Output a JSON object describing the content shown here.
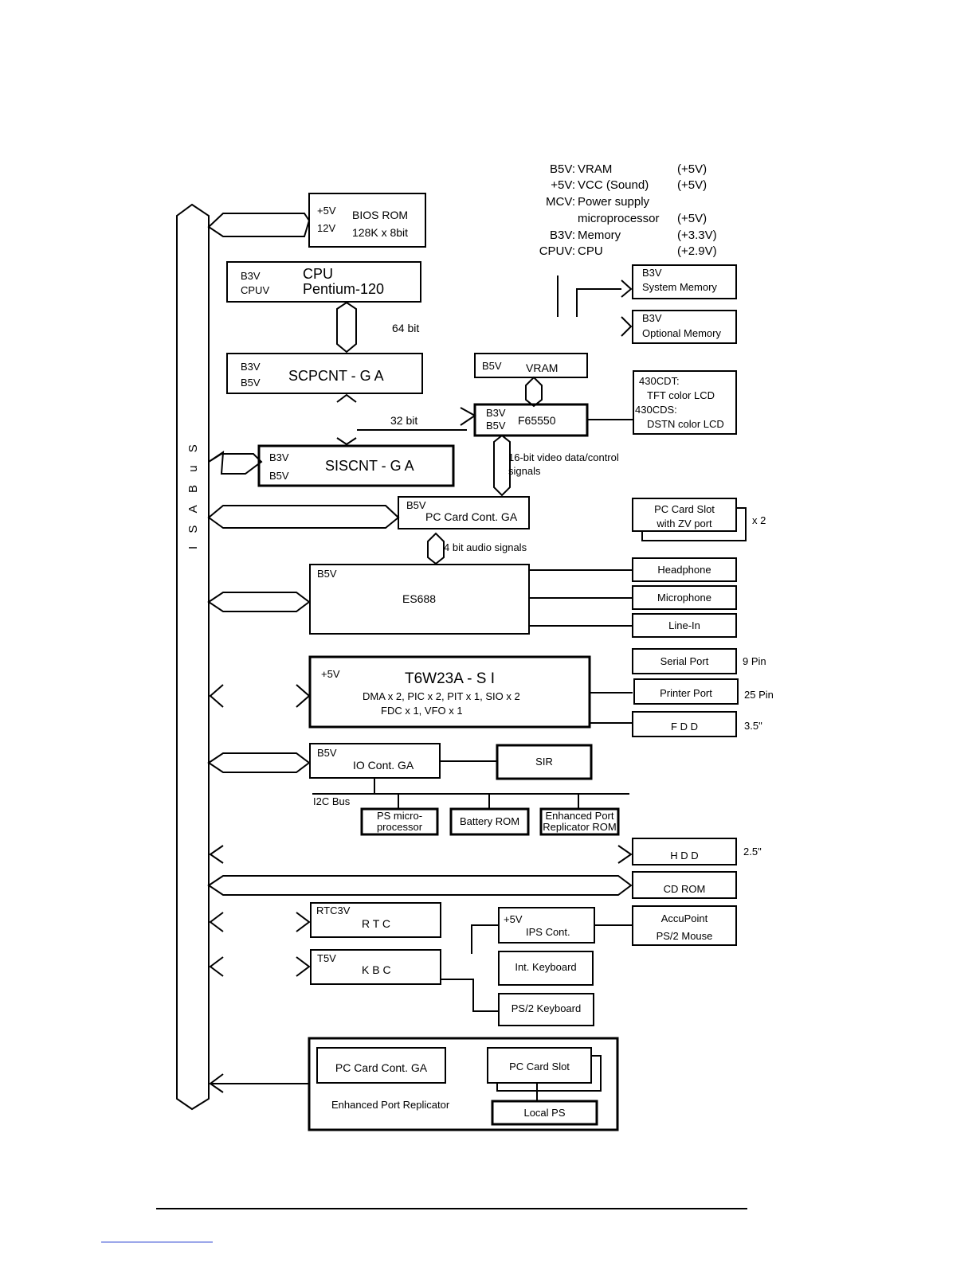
{
  "legend": [
    {
      "rail": "B5V:",
      "desc": "VRAM",
      "volt": "(+5V)"
    },
    {
      "rail": "+5V:",
      "desc": "VCC (Sound)",
      "volt": "(+5V)"
    },
    {
      "rail": "MCV:",
      "desc": "Power supply",
      "volt": ""
    },
    {
      "rail": "",
      "desc": "microprocessor",
      "volt": "(+5V)"
    },
    {
      "rail": "B3V:",
      "desc": "Memory",
      "volt": "(+3.3V)"
    },
    {
      "rail": "CPUV:",
      "desc": "CPU",
      "volt": "(+2.9V)"
    }
  ],
  "bus_label": "I S A B u S",
  "blocks": {
    "bios": {
      "p1": "+5V",
      "p2": "12V",
      "name": "BIOS ROM",
      "sub": "128K x 8bit"
    },
    "cpu": {
      "p1": "B3V",
      "p2": "CPUV",
      "name": "CPU",
      "sub": "Pentium-120"
    },
    "cpu_bus": "64 bit",
    "scpcnt": {
      "p1": "B3V",
      "p2": "B5V",
      "name": "SCPCNT - G A"
    },
    "bus32": "32 bit",
    "sisont": {
      "p1": "B3V",
      "p2": "B5V",
      "name": "SISCNT - G A"
    },
    "vram": {
      "p1": "B5V",
      "name": "VRAM"
    },
    "f65550": {
      "p1": "B3V",
      "p2": "B5V",
      "name": "F65550"
    },
    "video_sig": [
      "16-bit video data/control",
      "signals"
    ],
    "sysmem": {
      "p1": "B3V",
      "name": "System Memory"
    },
    "optmem": {
      "p1": "B3V",
      "name": "Optional Memory"
    },
    "lcd": {
      "l1": "430CDT:",
      "l2": "TFT color LCD",
      "l3": "430CDS:",
      "l4": "DSTN color LCD"
    },
    "pccc": {
      "p1": "B5V",
      "name": "PC Card Cont. GA"
    },
    "pcslot": {
      "l1": "PC Card Slot",
      "l2": "with ZV port",
      "mult": "x 2"
    },
    "audio_sig": "4 bit audio signals",
    "es688": {
      "p1": "B5V",
      "name": "ES688"
    },
    "headphone": "Headphone",
    "microphone": "Microphone",
    "linein": "Line-In",
    "t6w": {
      "p1": "+5V",
      "name": "T6W23A - S I",
      "l2": "DMA x 2, PIC x 2, PIT x 1, SIO x 2",
      "l3": "FDC x 1, VFO x 1"
    },
    "serial": {
      "name": "Serial Port",
      "note": "9 Pin"
    },
    "printer": {
      "name": "Printer Port",
      "note": "25 Pin"
    },
    "fdd": {
      "name": "F D D",
      "note": "3.5\""
    },
    "iocont": {
      "p1": "B5V",
      "name": "IO Cont. GA"
    },
    "sir": "SIR",
    "i2c": "I2C Bus",
    "psmicro": [
      "PS micro-",
      "processor"
    ],
    "batrom": "Battery ROM",
    "eprrom": [
      "Enhanced Port",
      "Replicator ROM"
    ],
    "hdd": {
      "name": "H D D",
      "note": "2.5\""
    },
    "cdrom": "CD ROM",
    "rtc": {
      "p1": "RTC3V",
      "name": "R T C"
    },
    "ipscont": {
      "p1": "+5V",
      "name": "IPS Cont."
    },
    "accupoint": [
      "AccuPoint",
      "PS/2 Mouse"
    ],
    "kbc": {
      "p1": "T5V",
      "name": "K B C"
    },
    "intkbd": "Int. Keyboard",
    "ps2kbd": "PS/2 Keyboard",
    "epr": {
      "pccc": "PC Card Cont. GA",
      "slot": "PC Card Slot",
      "localps": "Local PS",
      "name": "Enhanced Port Replicator"
    }
  }
}
